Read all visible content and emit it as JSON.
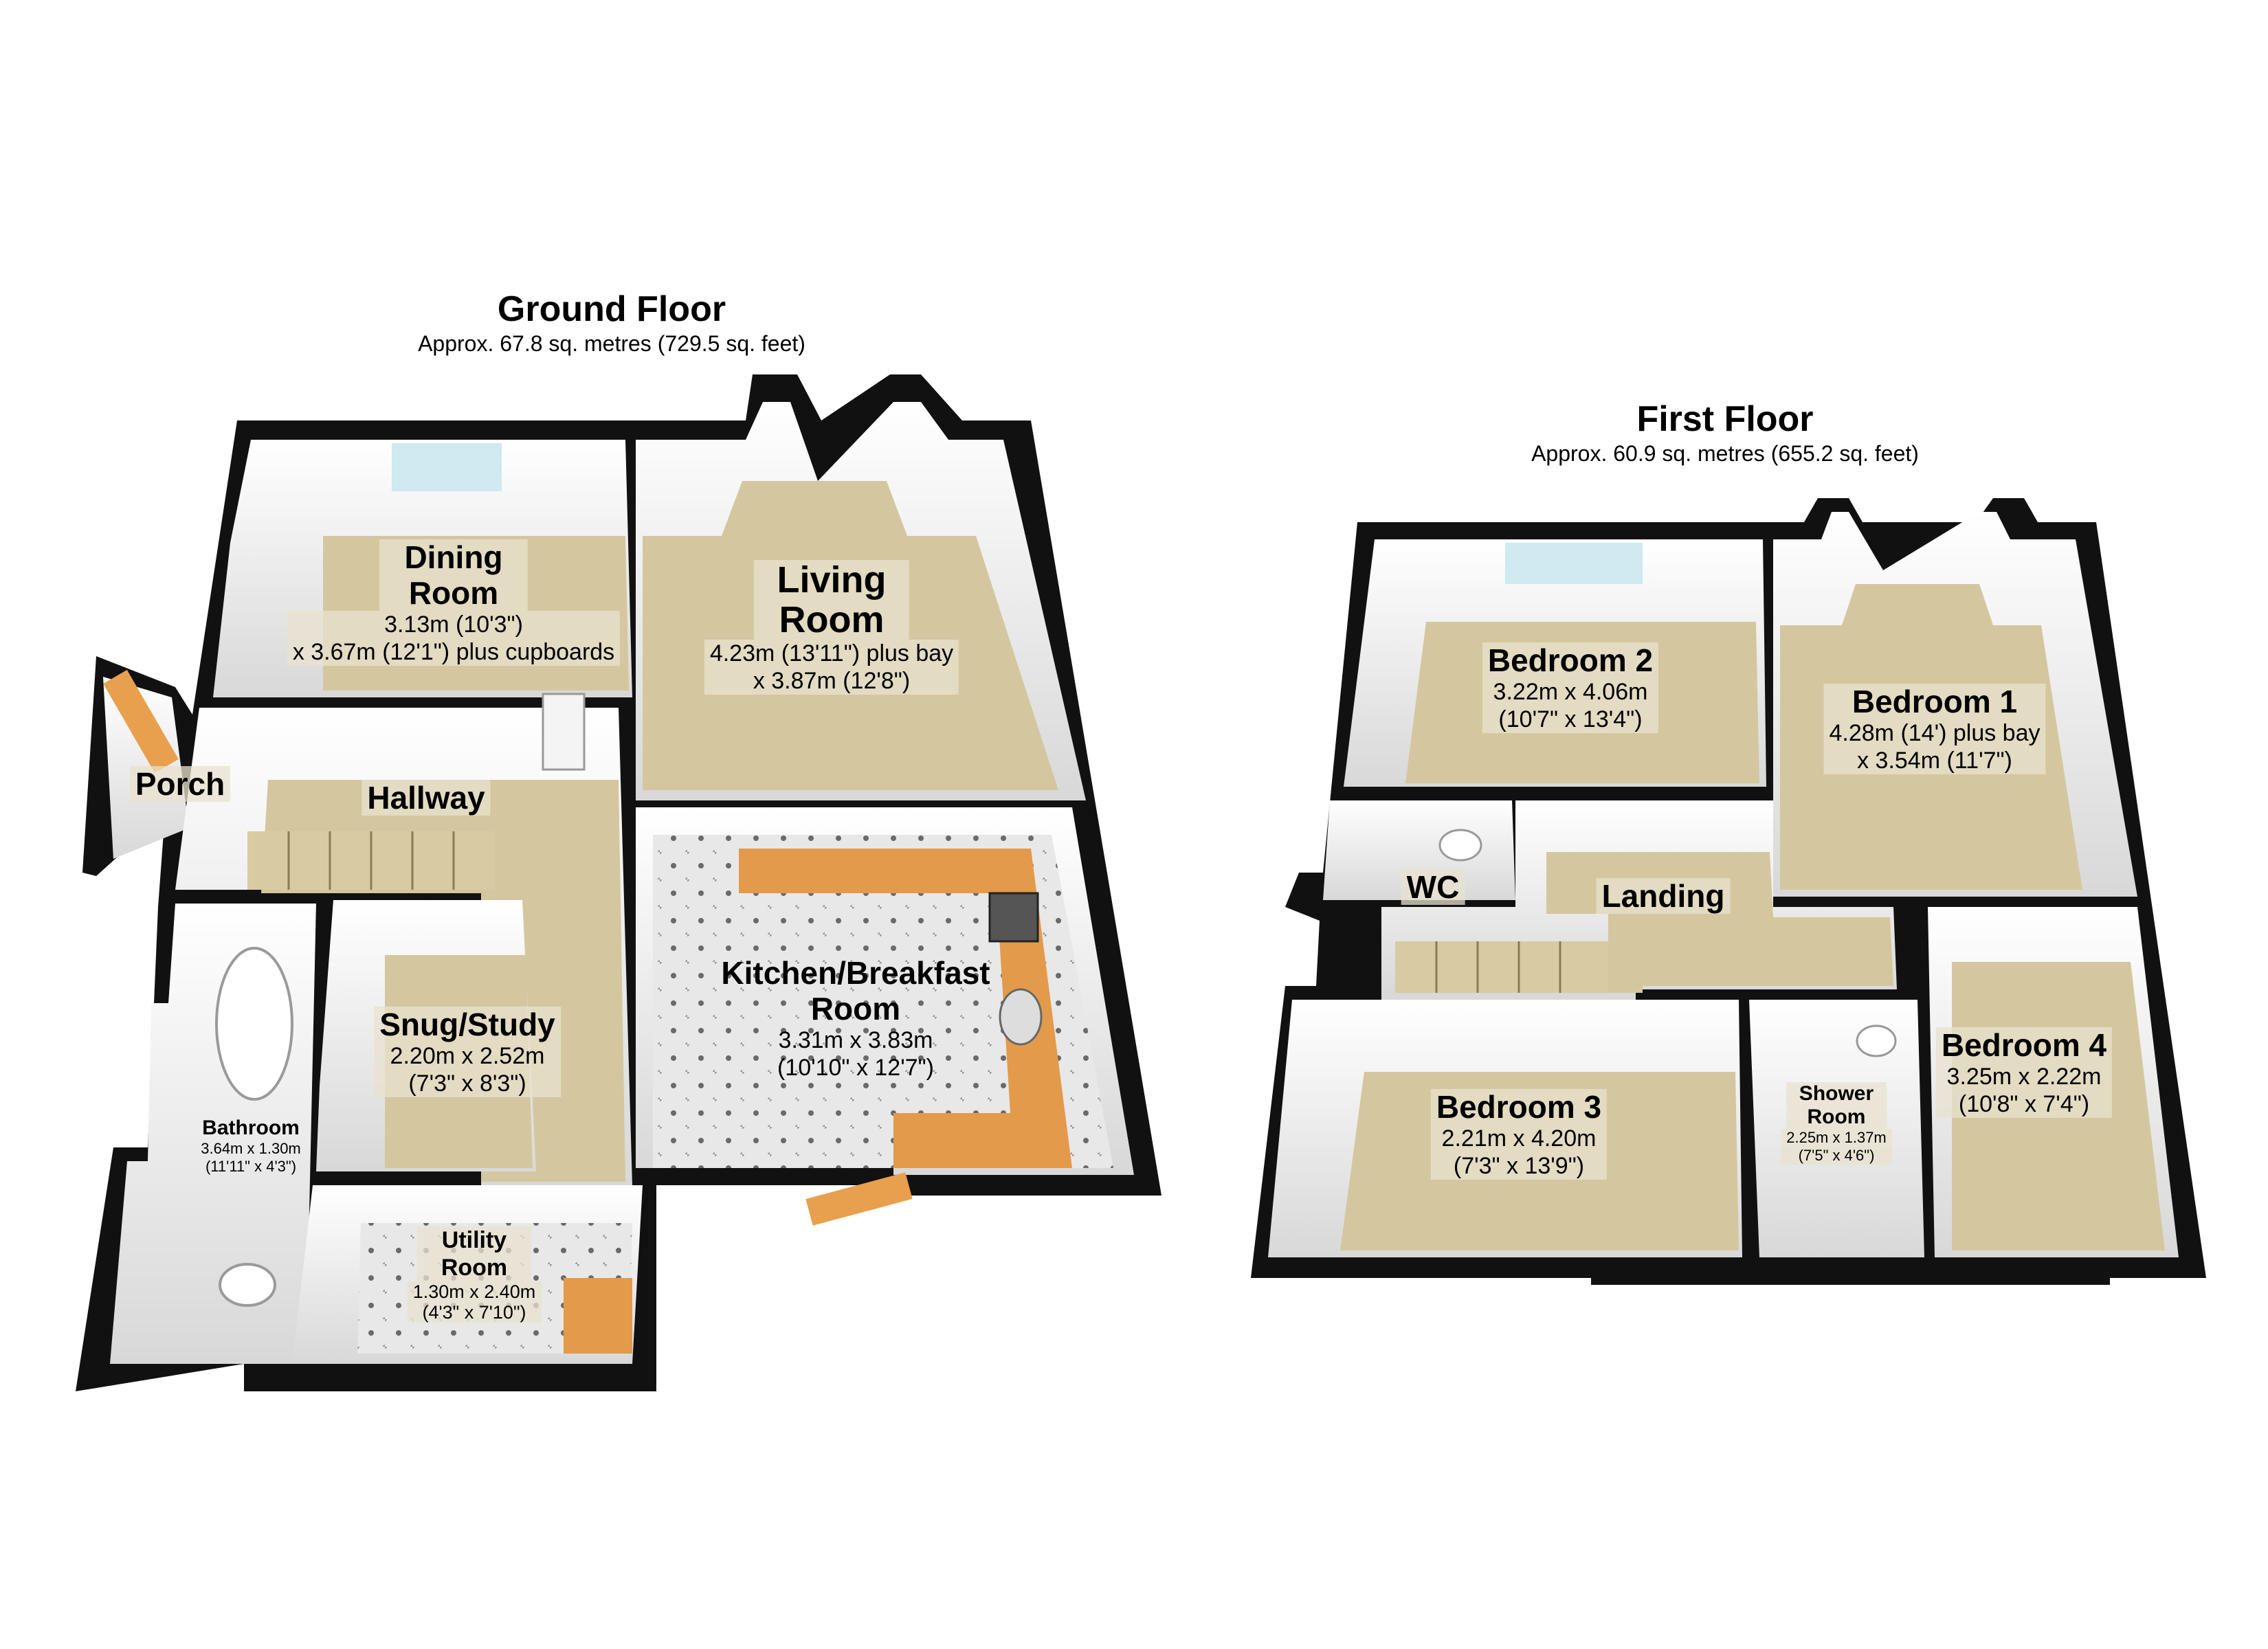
{
  "floors": [
    {
      "title": "Ground Floor",
      "area": "Approx. 67.8 sq. metres (729.5 sq. feet)",
      "rooms": [
        {
          "name": "Dining Room",
          "dims": [
            "3.13m (10'3\")",
            "x 3.67m (12'1\") plus cupboards"
          ]
        },
        {
          "name": "Living Room",
          "dims": [
            "4.23m (13'11\") plus bay",
            "x 3.87m (12'8\")"
          ]
        },
        {
          "name": "Porch",
          "dims": []
        },
        {
          "name": "Hallway",
          "dims": []
        },
        {
          "name": "Kitchen/Breakfast Room",
          "dims": [
            "3.31m x 3.83m",
            "(10'10\" x 12'7\")"
          ]
        },
        {
          "name": "Snug/Study",
          "dims": [
            "2.20m x 2.52m",
            "(7'3\" x 8'3\")"
          ]
        },
        {
          "name": "Bathroom",
          "dims": [
            "3.64m x 1.30m",
            "(11'11\" x 4'3\")"
          ]
        },
        {
          "name": "Utility Room",
          "dims": [
            "1.30m x 2.40m",
            "(4'3\" x 7'10\")"
          ]
        }
      ]
    },
    {
      "title": "First Floor",
      "area": "Approx. 60.9 sq. metres (655.2 sq. feet)",
      "rooms": [
        {
          "name": "Bedroom 2",
          "dims": [
            "3.22m x 4.06m",
            "(10'7\" x 13'4\")"
          ]
        },
        {
          "name": "Bedroom 1",
          "dims": [
            "4.28m (14') plus bay",
            "x 3.54m (11'7\")"
          ]
        },
        {
          "name": "WC",
          "dims": []
        },
        {
          "name": "Landing",
          "dims": []
        },
        {
          "name": "Bedroom 3",
          "dims": [
            "2.21m x 4.20m",
            "(7'3\" x 13'9\")"
          ]
        },
        {
          "name": "Shower Room",
          "dims": [
            "2.25m x 1.37m",
            "(7'5\" x 4'6\")"
          ]
        },
        {
          "name": "Bedroom 4",
          "dims": [
            "3.25m x 2.22m",
            "(10'8\" x 7'4\")"
          ]
        }
      ]
    }
  ],
  "colors": {
    "wall": "#111111",
    "carpet": "#d4c79f",
    "wall_face": "#f2f2f2",
    "kitchen_floor": "#e6e6e6",
    "worktop": "#e39a4a",
    "door": "#e8a04e",
    "window": "#cfeaf0"
  }
}
